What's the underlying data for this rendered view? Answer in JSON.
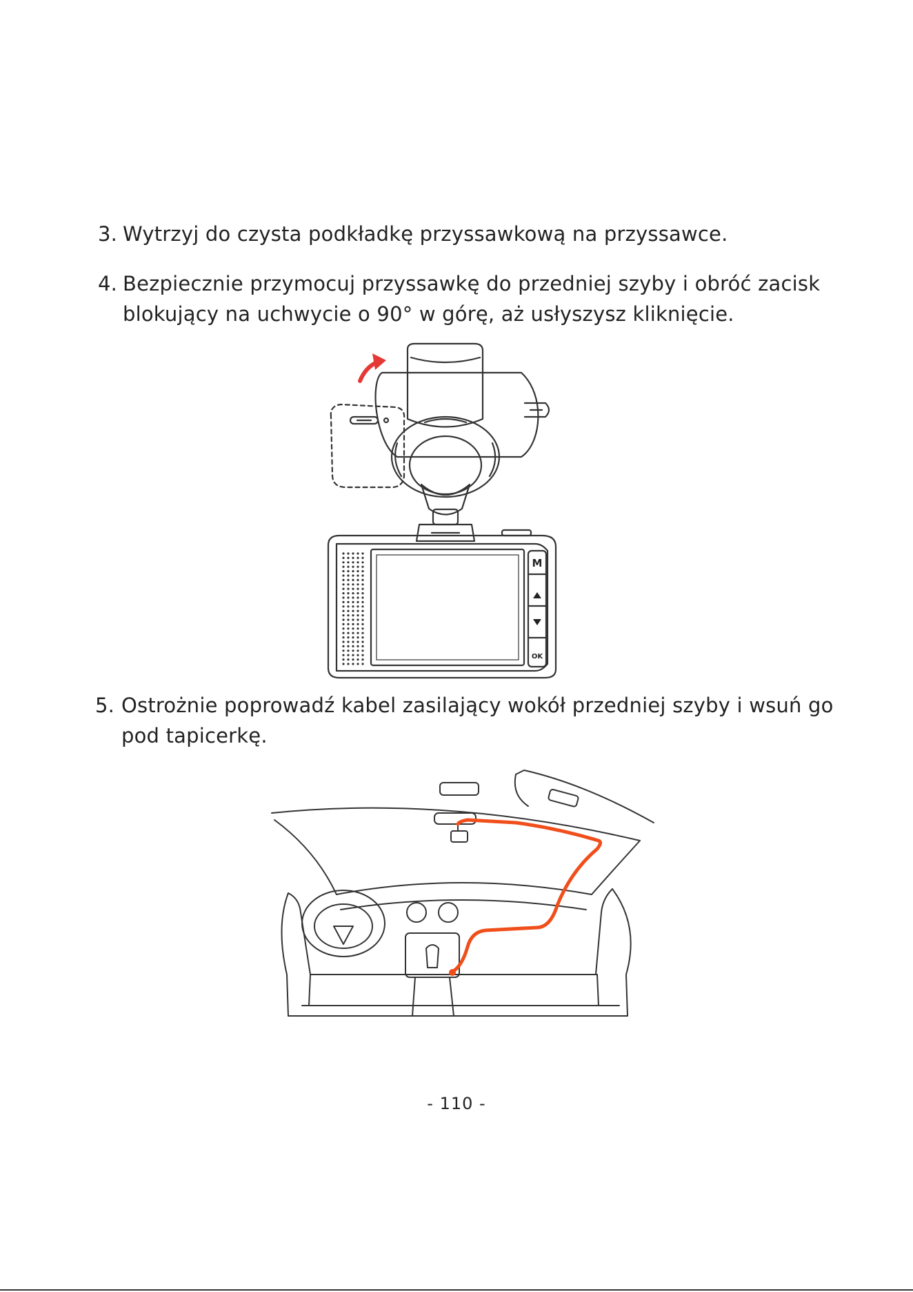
{
  "page": {
    "steps": [
      {
        "number": "3.",
        "text": "Wytrzyj do czysta podkładkę przyssawkową na przyssawce."
      },
      {
        "number": "4.",
        "text": "Bezpiecznie przymocuj przyssawkę do przedniej szyby i obróć zacisk blokujący na uchwycie o 90° w górę, aż usłyszysz kliknięcie."
      },
      {
        "number": "5.",
        "text": "Ostrożnie poprowadź kabel zasilający wokół przedniej szyby i wsuń go pod tapicerkę."
      }
    ],
    "camera_buttons": {
      "menu": "M",
      "ok": "OK"
    },
    "page_number": "- 110 -"
  },
  "colors": {
    "text": "#222222",
    "line_art": "#333333",
    "rotation_arrow": "#e53935",
    "cable": "#f04e1a"
  },
  "icons": {
    "rotation": "curved-up-arrow-icon",
    "up_button": "triangle-up-icon",
    "down_button": "triangle-down-icon"
  }
}
